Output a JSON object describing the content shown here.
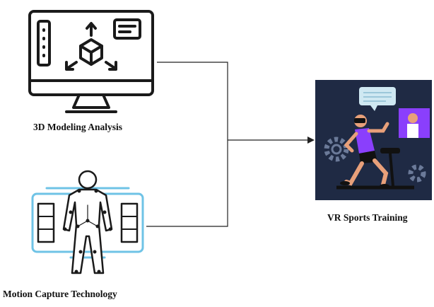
{
  "nodes": {
    "modeling": {
      "label": "3D Modeling Analysis",
      "icon": "computer-3d-modeling-icon"
    },
    "motion": {
      "label": "Motion Capture Technology",
      "icon": "motion-capture-body-icon"
    },
    "vr": {
      "label": "VR Sports Training",
      "icon": "vr-sports-training-illustration"
    }
  },
  "colors": {
    "line": "#222222",
    "icon_stroke": "#1a1a1a",
    "motion_accent": "#6fc3e6",
    "vr_bg": "#1f2a44",
    "vr_purple": "#8a3ffc",
    "vr_skin": "#e8a07a"
  }
}
